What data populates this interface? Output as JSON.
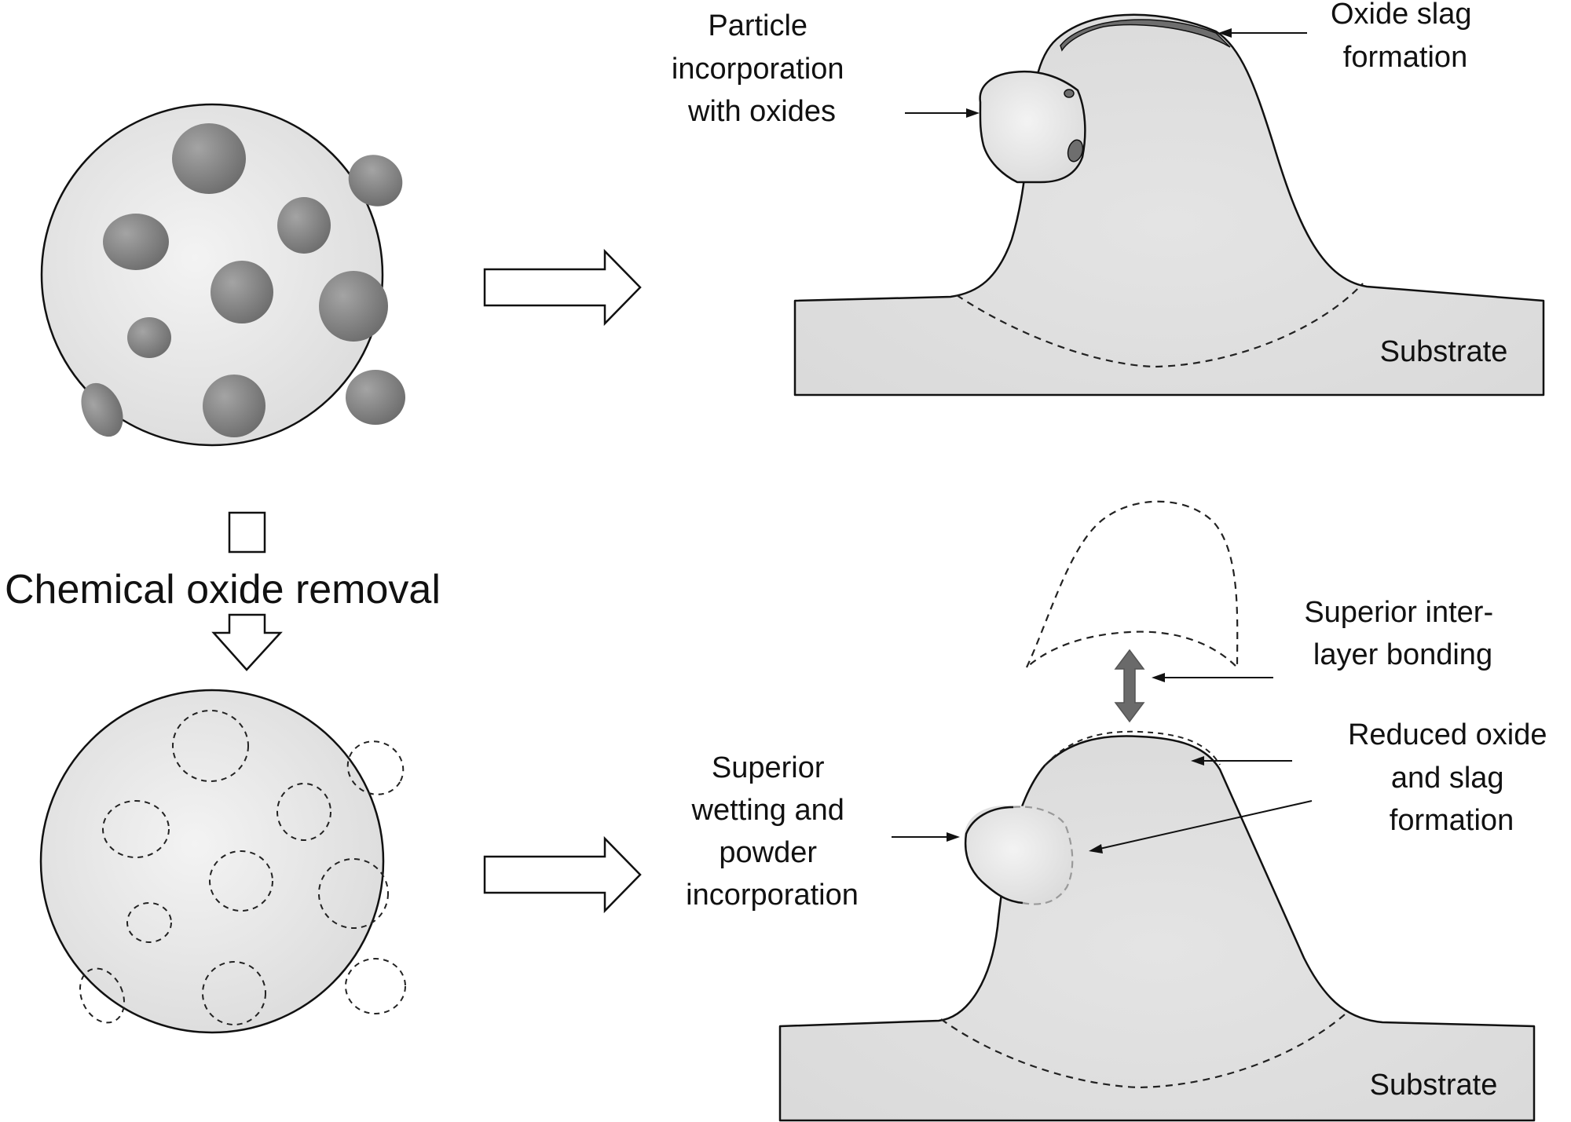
{
  "labels": {
    "particle_incorporation": [
      "Particle",
      "incorporation",
      "with oxides"
    ],
    "oxide_slag": [
      "Oxide slag",
      "formation"
    ],
    "substrate_top": "Substrate",
    "chemical_oxide_removal": "Chemical oxide removal",
    "superior_interlayer": [
      "Superior inter-",
      "layer bonding"
    ],
    "reduced_oxide": [
      "Reduced oxide",
      "and slag",
      "formation"
    ],
    "superior_wetting": [
      "Superior",
      "wetting and",
      "powder",
      "incorporation"
    ],
    "substrate_bottom": "Substrate"
  },
  "colors": {
    "fill_light": "#e6e6e6",
    "oxide_spot": "#808080",
    "slag": "#6e6e6e",
    "double_arrow": "#6a6a6a",
    "stroke": "#111111"
  }
}
